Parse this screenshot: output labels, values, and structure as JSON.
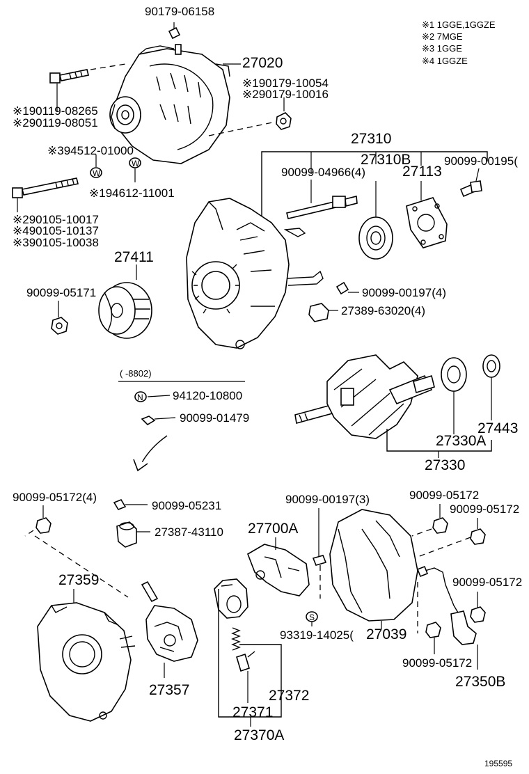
{
  "legend": [
    "※1 1GGE,1GGZE",
    "※2 7MGE",
    "※3 1GGE",
    "※4 1GGZE"
  ],
  "figure_number": "195595",
  "labels": {
    "l_9017906158": "90179-06158",
    "l_27020": "27020",
    "l_9017910054": "※190179-10054",
    "l_9017910016": "※290179-10016",
    "l_9011908265": "※190119-08265",
    "l_9011908051": "※290119-08051",
    "l_9451201000": "※394512-01000",
    "l_9461211001": "※194612-11001",
    "l_9010510017": "※290105-10017",
    "l_9010510137": "※490105-10137",
    "l_9010510038": "※390105-10038",
    "l_27310": "27310",
    "l_27310b": "27310B",
    "l_9009904966": "90099-04966(4)",
    "l_27113": "27113",
    "l_9009900195": "90099-00195(",
    "l_27411": "27411",
    "l_9009905171": "90099-05171",
    "l_9009900197_4": "90099-00197(4)",
    "l_2738963020": "27389-63020(4)",
    "l_date": "(     -8802)",
    "l_9412010800": "94120-10800",
    "l_9009901479": "90099-01479",
    "l_27330a": "27330A",
    "l_27443": "27443",
    "l_27330": "27330",
    "l_9009905172_4": "90099-05172(4)",
    "l_9009905231": "90099-05231",
    "l_2738743110": "27387-43110",
    "l_9009900197_3": "90099-00197(3)",
    "l_27700a": "27700A",
    "l_9009905172_a": "90099-05172",
    "l_9009905172_b": "90099-05172",
    "l_9009905172_c": "90099-05172",
    "l_9009905172_d": "90099-05172",
    "l_27359": "27359",
    "l_27357": "27357",
    "l_9331914025": "93319-14025(",
    "l_27039": "27039",
    "l_27350b": "27350B",
    "l_27372": "27372",
    "l_27371": "27371",
    "l_27370a": "27370A"
  },
  "glyphs": {
    "washer_w": "W",
    "nut_n": "N",
    "spacer_s": "S"
  }
}
